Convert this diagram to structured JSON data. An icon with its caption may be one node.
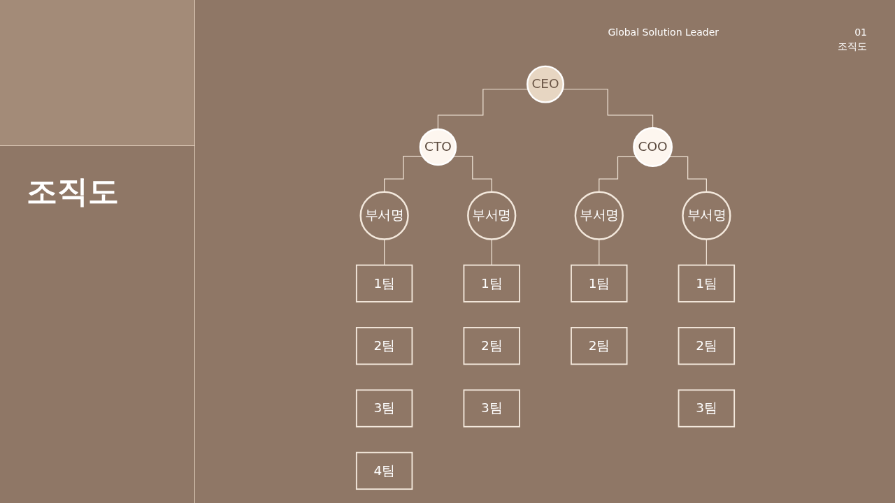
{
  "diagram": {
    "title": "조직도",
    "nodes": [
      {
        "text": [
          "CEO"
        ]
      },
      {
        "text": [
          "CTO"
        ]
      },
      {
        "text": [
          "COO"
        ]
      },
      {
        "text": [
          "부서명"
        ]
      },
      {
        "text": [
          "부서명"
        ]
      },
      {
        "text": [
          "부서명"
        ]
      },
      {
        "text": [
          "부서명"
        ]
      },
      {
        "text": [
          "1팀"
        ]
      },
      {
        "text": [
          "2팀"
        ]
      },
      {
        "text": [
          "3팀"
        ]
      },
      {
        "text": [
          "4팀"
        ]
      },
      {
        "text": [
          "1팀"
        ]
      },
      {
        "text": [
          "2팀"
        ]
      },
      {
        "text": [
          "3팀"
        ]
      },
      {
        "text": [
          "1팀"
        ]
      },
      {
        "text": [
          "2팀"
        ]
      },
      {
        "text": [
          "1팀"
        ]
      },
      {
        "text": [
          "2팀"
        ]
      },
      {
        "text": [
          "3팀"
        ]
      }
    ],
    "edges": [
      {
        "from": 0,
        "to": 1,
        "arrow": "none"
      },
      {
        "from": 0,
        "to": 2,
        "arrow": "none"
      },
      {
        "from": 1,
        "to": 3,
        "arrow": "none"
      },
      {
        "from": 1,
        "to": 4,
        "arrow": "none"
      },
      {
        "from": 2,
        "to": 5,
        "arrow": "none"
      },
      {
        "from": 2,
        "to": 6,
        "arrow": "none"
      },
      {
        "from": 3,
        "to": 7,
        "arrow": "none"
      },
      {
        "from": 4,
        "to": 11,
        "arrow": "none"
      },
      {
        "from": 5,
        "to": 14,
        "arrow": "none"
      },
      {
        "from": 6,
        "to": 16,
        "arrow": "none"
      }
    ],
    "labels": [
      "Global Solution Leader",
      "01",
      "조직도"
    ]
  }
}
